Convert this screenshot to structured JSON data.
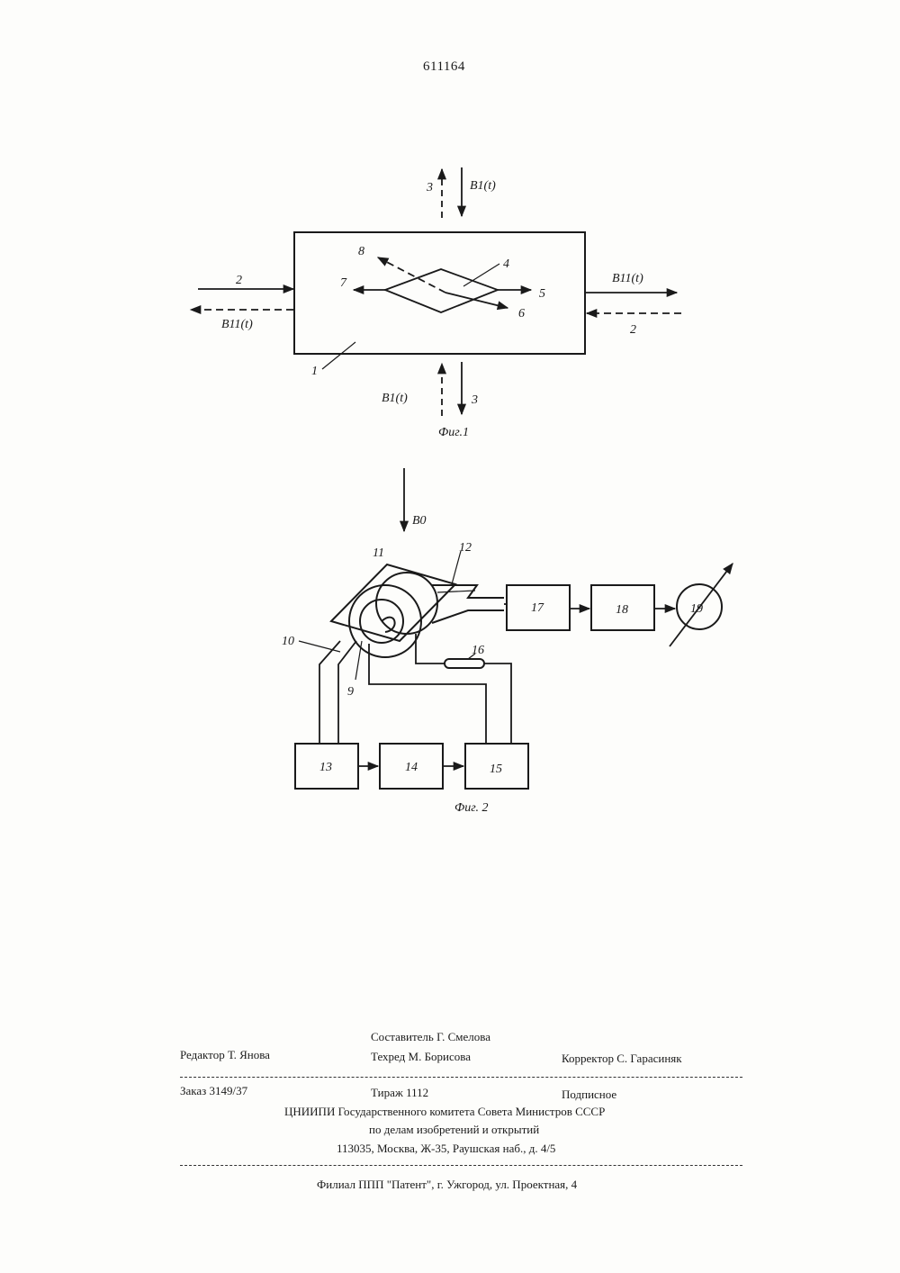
{
  "document": {
    "page_number": "611164"
  },
  "figure1": {
    "caption": "Фиг.1",
    "labels": {
      "block": "1",
      "in_left": "2",
      "in_right": "2",
      "top_out": "3",
      "bottom_out": "3",
      "diamond": "4",
      "right_arrow": "5",
      "lower_right_arrow": "6",
      "left_arrow": "7",
      "upper_left_arrow": "8",
      "top_field": "B1(t)",
      "bottom_field": "B1(t)",
      "right_field": "B11(t)",
      "left_field": "B11(t)"
    }
  },
  "figure2": {
    "caption": "Фиг. 2",
    "labels": {
      "field": "B0",
      "coil_inner": "9",
      "coil_outer_lead": "10",
      "coil": "11",
      "waveguide": "12",
      "block13": "13",
      "block14": "14",
      "block15": "15",
      "resistor": "16",
      "block17": "17",
      "block18": "18",
      "meter": "19"
    }
  },
  "imprint": {
    "compiler": "Составитель Г. Смелова",
    "editor": "Редактор Т. Янова",
    "techred": "Техред М. Борисова",
    "corrector": "Корректор С. Гарасиняк",
    "order": "Заказ 3149/37",
    "circulation": "Тираж 1112",
    "subscription": "Подписное",
    "organization": "ЦНИИПИ Государственного комитета Совета Министров СССР",
    "department": "по делам изобретений и открытий",
    "address": "113035, Москва, Ж-35, Раушская наб., д. 4/5",
    "branch": "Филиал ППП \"Патент\", г. Ужгород, ул. Проектная, 4"
  }
}
